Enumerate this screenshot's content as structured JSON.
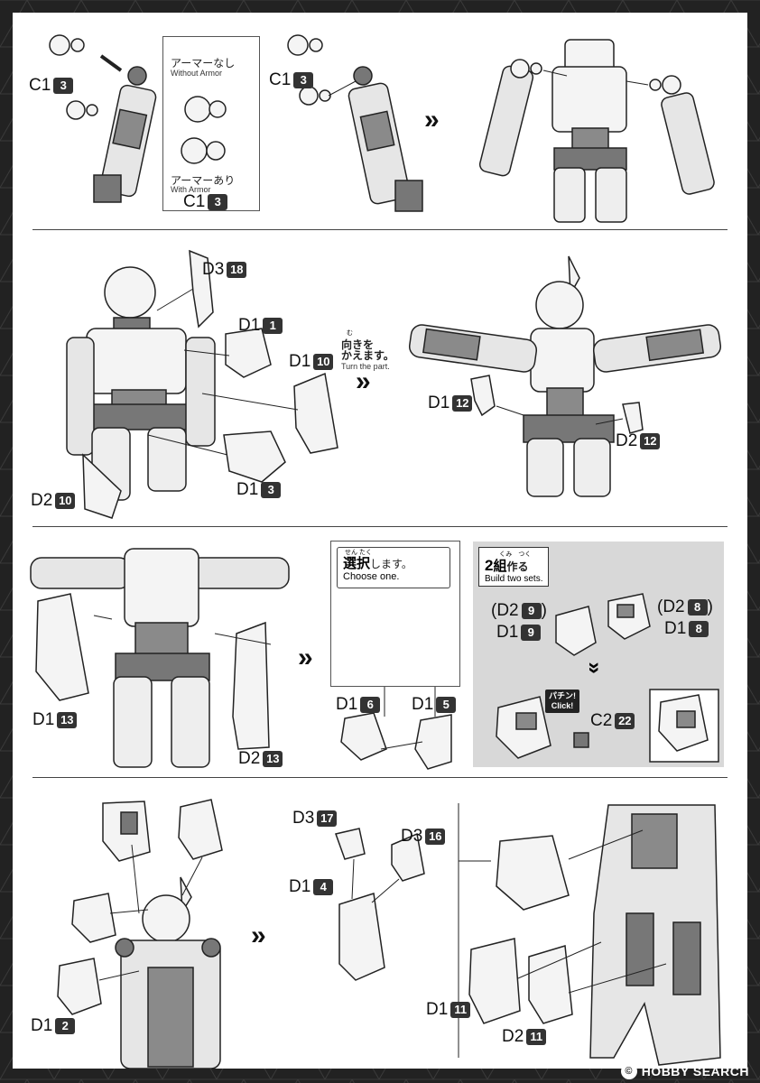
{
  "panel1": {
    "label_c1_a": "C1",
    "num_c1_a": "3",
    "armor_none_ja": "アーマーなし",
    "armor_none_en": "Without Armor",
    "armor_with_ja": "アーマーあり",
    "armor_with_en": "With Armor",
    "label_c1_box": "C1",
    "num_c1_box": "3",
    "label_c1_b": "C1",
    "num_c1_b": "3",
    "next_arrow": "»"
  },
  "panel2": {
    "d3": "D3",
    "d3_num": "18",
    "d1a": "D1",
    "d1a_num": "1",
    "d1b": "D1",
    "d1b_num": "10",
    "d1c": "D1",
    "d1c_num": "3",
    "d2": "D2",
    "d2_num": "10",
    "turn_ja_1": "向きを",
    "turn_ja_2": "かえます。",
    "turn_ruby": "む",
    "turn_en": "Turn the part.",
    "next_arrow": "»",
    "d1d": "D1",
    "d1d_num": "12",
    "d2b": "D2",
    "d2b_num": "12"
  },
  "panel3": {
    "d1": "D1",
    "d1_num": "13",
    "d2": "D2",
    "d2_num": "13",
    "next_arrow": "»",
    "choose_ruby": "せん たく",
    "choose_ja_strong": "選択",
    "choose_ja_rest": "します。",
    "choose_en": "Choose one.",
    "d1_6": "D1",
    "d1_6_num": "6",
    "d1_5": "D1",
    "d1_5_num": "5",
    "build_num": "2",
    "build_ja": "組",
    "build_ja_2": "作る",
    "build_ruby": "くみ　つく",
    "build_en": "Build two sets.",
    "d2_9": "D2",
    "d2_9_num": "9",
    "d1_9": "D1",
    "d1_9_num": "9",
    "d2_8": "D2",
    "d2_8_num": "8",
    "d1_8": "D1",
    "d1_8_num": "8",
    "click_ja": "パチン!",
    "click_en": "Click!",
    "c2": "C2",
    "c2_num": "22",
    "down_arrow": "»"
  },
  "panel4": {
    "d1_2": "D1",
    "d1_2_num": "2",
    "next_arrow": "»",
    "d3_17": "D3",
    "d3_17_num": "17",
    "d3_16": "D3",
    "d3_16_num": "16",
    "d1_4": "D1",
    "d1_4_num": "4",
    "d1_11": "D1",
    "d1_11_num": "11",
    "d2_11": "D2",
    "d2_11_num": "11"
  },
  "watermark": {
    "badge": "©",
    "text": "HOBBY SEARCH"
  },
  "colors": {
    "border_bg": "#222222",
    "part_gray": "#8a8a8a",
    "part_light": "#f4f4f4",
    "panel_bg": "#d8d8d8"
  }
}
